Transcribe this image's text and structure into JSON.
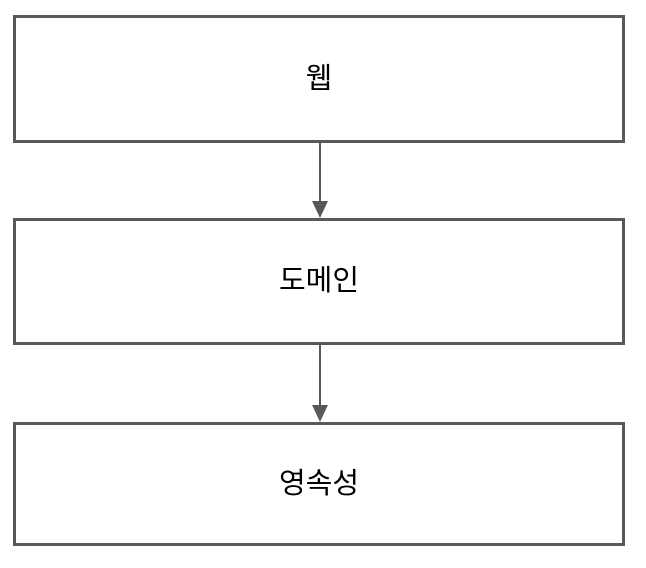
{
  "diagram": {
    "type": "flowchart",
    "background_color": "#ffffff",
    "stroke_color": "#595959",
    "text_color": "#000000",
    "nodes": [
      {
        "id": "web",
        "label": "웹"
      },
      {
        "id": "domain",
        "label": "도메인"
      },
      {
        "id": "persistence",
        "label": "영속성"
      }
    ],
    "edges": [
      {
        "from": "web",
        "to": "domain",
        "direction": "down",
        "style": "solid-arrow"
      },
      {
        "from": "domain",
        "to": "persistence",
        "direction": "down",
        "style": "solid-arrow"
      }
    ]
  }
}
